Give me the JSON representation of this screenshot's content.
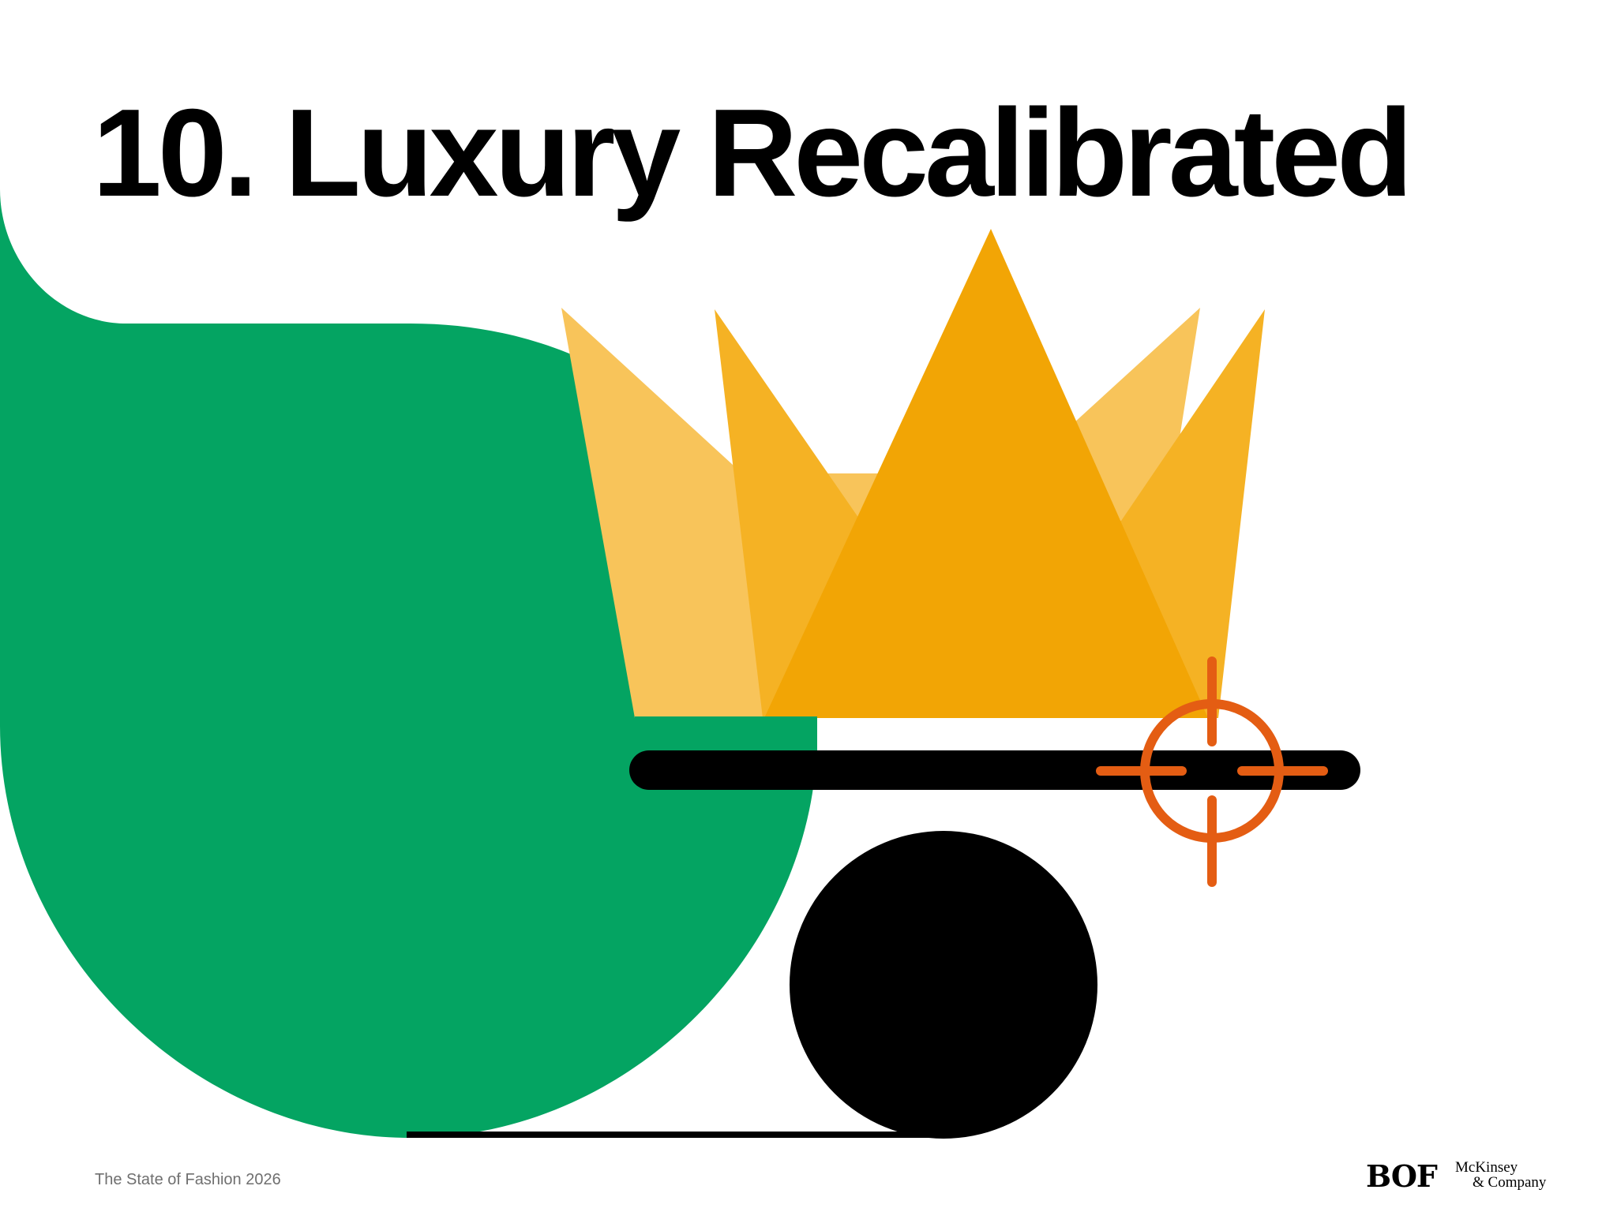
{
  "slide": {
    "title": "10. Luxury Recalibrated",
    "footer": "The State of Fashion 2026"
  },
  "logos": {
    "bof": "BOF",
    "mckinsey_line1": "McKinsey",
    "mckinsey_line2": "& Company"
  },
  "illustration": {
    "icons": [
      "crown-icon",
      "target-crosshair-icon",
      "balance-bar",
      "black-ball"
    ]
  },
  "colors": {
    "green": "#04A462",
    "crown_light": "#F8C45A",
    "crown_mid": "#F5B224",
    "crown_dark": "#F2A505",
    "target": "#E45D13",
    "black": "#000000",
    "footer_text": "#6F6F6F"
  }
}
